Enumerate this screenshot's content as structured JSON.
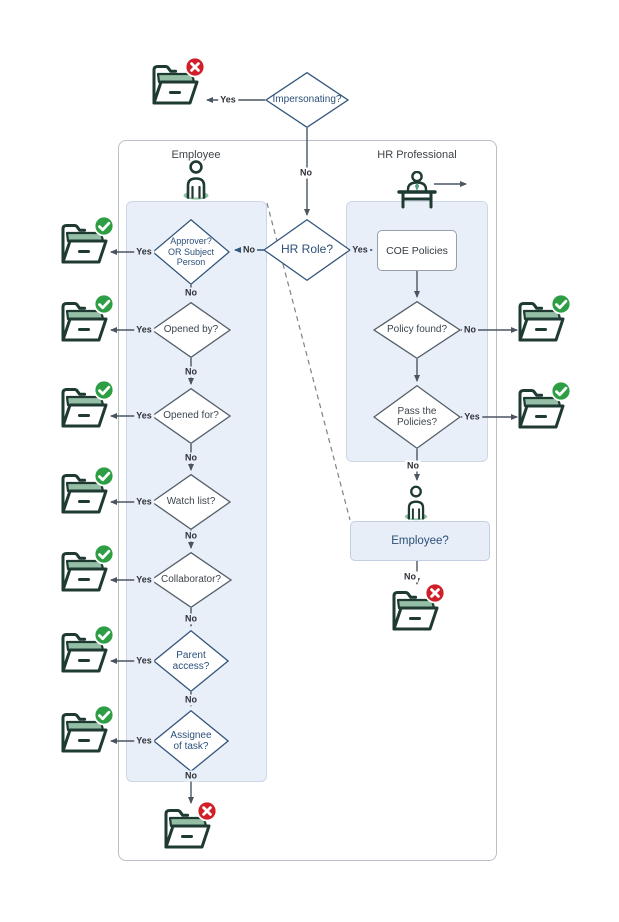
{
  "labels": {
    "yes": "Yes",
    "no": "No"
  },
  "sections": {
    "employee": "Employee",
    "hr_professional": "HR Professional"
  },
  "top_flow": {
    "impersonating": "Impersonating?"
  },
  "employee_flow": {
    "decisions": [
      {
        "label": "Approver?\nOR Subject\nPerson",
        "style": "blue"
      },
      {
        "label": "Opened by?",
        "style": "gray"
      },
      {
        "label": "Opened for?",
        "style": "gray"
      },
      {
        "label": "Watch list?",
        "style": "gray"
      },
      {
        "label": "Collaborator?",
        "style": "gray"
      },
      {
        "label": "Parent\naccess?",
        "style": "blue"
      },
      {
        "label": "Assignee\nof task?",
        "style": "blue"
      }
    ]
  },
  "hr_flow": {
    "hr_role": "HR Role?",
    "coe_policies": "COE Policies",
    "policy_found": "Policy found?",
    "pass_policies": "Pass the\nPolicies?",
    "employee_check": "Employee?"
  },
  "icons": {
    "granted": "folder with green check badge",
    "denied": "folder with red x badge",
    "person": "standing person",
    "person_at_desk": "hr person at desk"
  },
  "colors": {
    "lane_fill": "#e9eff9",
    "lane_border": "#ccd8e8",
    "container_border": "#b9bfc7",
    "blue_accent": "#33567d",
    "gray_accent": "#546069",
    "arrow": "#4a5560",
    "folder_outline": "#1e3a32",
    "folder_flap": "#94bfa6",
    "badge_green": "#2e9e44",
    "badge_red": "#d11f2a",
    "person_green": "#7fb894"
  }
}
